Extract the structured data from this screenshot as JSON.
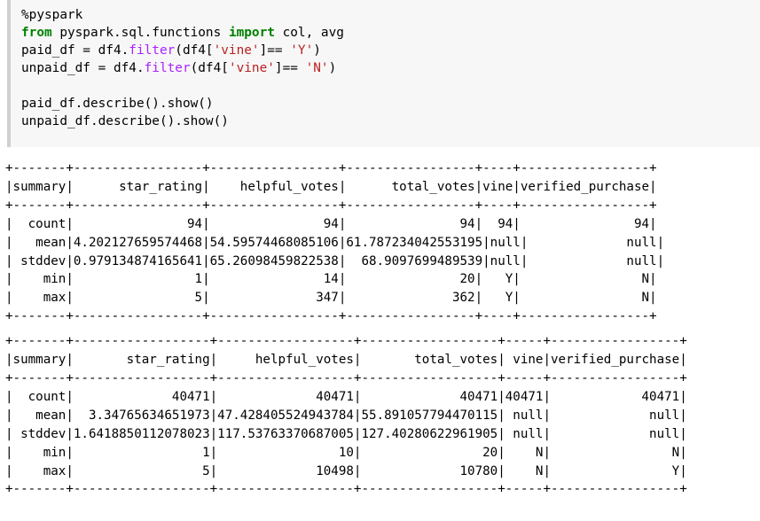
{
  "code_cell": {
    "lines": [
      [
        {
          "t": "%pyspark",
          "c": "magic"
        }
      ],
      [
        {
          "t": "from",
          "c": "kw"
        },
        {
          "t": " pyspark.sql.functions ",
          "c": "plain"
        },
        {
          "t": "import",
          "c": "kw"
        },
        {
          "t": " col, avg",
          "c": "plain"
        }
      ],
      [
        {
          "t": "paid_df = df4.",
          "c": "plain"
        },
        {
          "t": "filter",
          "c": "kw2"
        },
        {
          "t": "(df4[",
          "c": "plain"
        },
        {
          "t": "'vine'",
          "c": "str"
        },
        {
          "t": "]== ",
          "c": "plain"
        },
        {
          "t": "'Y'",
          "c": "str"
        },
        {
          "t": ")",
          "c": "plain"
        }
      ],
      [
        {
          "t": "unpaid_df = df4.",
          "c": "plain"
        },
        {
          "t": "filter",
          "c": "kw2"
        },
        {
          "t": "(df4[",
          "c": "plain"
        },
        {
          "t": "'vine'",
          "c": "str"
        },
        {
          "t": "]== ",
          "c": "plain"
        },
        {
          "t": "'N'",
          "c": "str"
        },
        {
          "t": ")",
          "c": "plain"
        }
      ],
      [
        {
          "t": "",
          "c": "plain"
        }
      ],
      [
        {
          "t": "paid_df.describe().show()",
          "c": "plain"
        }
      ],
      [
        {
          "t": "unpaid_df.describe().show()",
          "c": "plain"
        }
      ]
    ]
  },
  "output": {
    "table1": {
      "border": "+-------+-----------------+-----------------+-----------------+----+-----------------+",
      "lines": [
        "|summary|      star_rating|    helpful_votes|      total_votes|vine|verified_purchase|",
        "|  count|               94|               94|               94|  94|               94|",
        "|   mean|4.202127659574468|54.59574468085106|61.787234042553195|null|             null|",
        "| stddev|0.979134874165641|65.26098459822538|  68.9097699489539|null|             null|",
        "|    min|                1|               14|               20|   Y|                N|",
        "|    max|                5|              347|              362|   Y|                N|"
      ]
    },
    "table2": {
      "border": "+-------+------------------+------------------+------------------+-----+-----------------+",
      "lines": [
        "|summary|       star_rating|     helpful_votes|       total_votes| vine|verified_purchase|",
        "|  count|             40471|             40471|             40471|40471|            40471|",
        "|   mean|  3.34765634651973|47.428405524943784|55.891057794470115| null|             null|",
        "| stddev|1.6418850112078023|117.53763370687005|127.40280622961905| null|             null|",
        "|    min|                 1|                10|                20|    N|                N|",
        "|    max|                 5|             10498|             10780|    N|                Y|"
      ]
    }
  }
}
